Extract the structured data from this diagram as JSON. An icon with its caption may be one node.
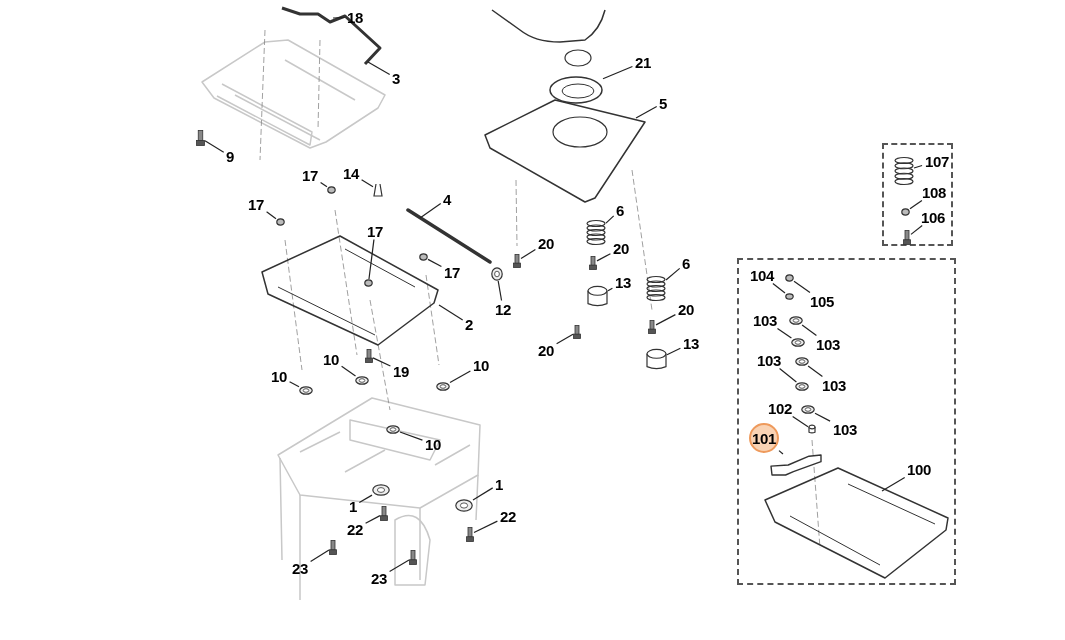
{
  "diagram": {
    "nodes": [
      {
        "text": [
          "18"
        ]
      },
      {
        "text": [
          "3"
        ]
      },
      {
        "text": [
          "21"
        ]
      },
      {
        "text": [
          "5"
        ]
      },
      {
        "text": [
          "9"
        ]
      },
      {
        "text": [
          "17"
        ]
      },
      {
        "text": [
          "14"
        ]
      },
      {
        "text": [
          "17"
        ]
      },
      {
        "text": [
          "4"
        ]
      },
      {
        "text": [
          "17"
        ]
      },
      {
        "text": [
          "17"
        ]
      },
      {
        "text": [
          "6"
        ]
      },
      {
        "text": [
          "20"
        ]
      },
      {
        "text": [
          "20"
        ]
      },
      {
        "text": [
          "12"
        ]
      },
      {
        "text": [
          "13"
        ]
      },
      {
        "text": [
          "6"
        ]
      },
      {
        "text": [
          "2"
        ]
      },
      {
        "text": [
          "20"
        ]
      },
      {
        "text": [
          "20"
        ]
      },
      {
        "text": [
          "13"
        ]
      },
      {
        "text": [
          "10"
        ]
      },
      {
        "text": [
          "10"
        ]
      },
      {
        "text": [
          "19"
        ]
      },
      {
        "text": [
          "10"
        ]
      },
      {
        "text": [
          "10"
        ]
      },
      {
        "text": [
          "1"
        ]
      },
      {
        "text": [
          "1"
        ]
      },
      {
        "text": [
          "22"
        ]
      },
      {
        "text": [
          "22"
        ]
      },
      {
        "text": [
          "23"
        ]
      },
      {
        "text": [
          "23"
        ]
      },
      {
        "text": [],
        "shape": "box"
      },
      {
        "text": [
          "107"
        ],
        "in": 32
      },
      {
        "text": [
          "108"
        ],
        "in": 32
      },
      {
        "text": [
          "106"
        ],
        "in": 32
      },
      {
        "text": [],
        "shape": "box"
      },
      {
        "text": [
          "104"
        ],
        "in": 36
      },
      {
        "text": [
          "105"
        ],
        "in": 36
      },
      {
        "text": [
          "103"
        ],
        "in": 36
      },
      {
        "text": [
          "103"
        ],
        "in": 36
      },
      {
        "text": [
          "103"
        ],
        "in": 36
      },
      {
        "text": [
          "103"
        ],
        "in": 36
      },
      {
        "text": [
          "102"
        ],
        "in": 36
      },
      {
        "text": [
          "103"
        ],
        "in": 36
      },
      {
        "text": [
          "101"
        ],
        "in": 36
      },
      {
        "text": [
          "100"
        ],
        "in": 36
      },
      {
        "text": [],
        "shape": "cup"
      },
      {
        "text": [],
        "shape": "bolt"
      },
      {
        "text": [],
        "shape": "nut"
      },
      {
        "text": [],
        "shape": "clip"
      },
      {
        "text": [],
        "shape": "nut"
      },
      {
        "text": [],
        "shape": "nut"
      },
      {
        "text": [],
        "shape": "nut"
      },
      {
        "text": [],
        "shape": "spring"
      },
      {
        "text": [],
        "shape": "bolt"
      },
      {
        "text": [],
        "shape": "bolt"
      },
      {
        "text": [],
        "shape": "washer"
      },
      {
        "text": [],
        "shape": "cap"
      },
      {
        "text": [],
        "shape": "spring"
      },
      {
        "text": [],
        "shape": "bolt"
      },
      {
        "text": [],
        "shape": "bolt"
      },
      {
        "text": [],
        "shape": "cap"
      },
      {
        "text": [],
        "shape": "washer"
      },
      {
        "text": [],
        "shape": "washer"
      },
      {
        "text": [],
        "shape": "bolt"
      },
      {
        "text": [],
        "shape": "washer"
      },
      {
        "text": [],
        "shape": "washer"
      },
      {
        "text": [],
        "shape": "washer"
      },
      {
        "text": [],
        "shape": "washer"
      },
      {
        "text": [],
        "shape": "bolt"
      },
      {
        "text": [],
        "shape": "bolt"
      },
      {
        "text": [],
        "shape": "bolt"
      },
      {
        "text": [],
        "shape": "bolt"
      },
      {
        "text": [],
        "shape": "spring",
        "in": 32
      },
      {
        "text": [],
        "shape": "nut",
        "in": 32
      },
      {
        "text": [],
        "shape": "bolt",
        "in": 32
      },
      {
        "text": [],
        "shape": "nut",
        "in": 36
      },
      {
        "text": [],
        "shape": "nut",
        "in": 36
      },
      {
        "text": [],
        "shape": "washer",
        "in": 36
      },
      {
        "text": [],
        "shape": "washer",
        "in": 36
      },
      {
        "text": [],
        "shape": "washer",
        "in": 36
      },
      {
        "text": [],
        "shape": "washer",
        "in": 36
      },
      {
        "text": [],
        "shape": "cap",
        "in": 36
      },
      {
        "text": [],
        "shape": "washer",
        "in": 36
      },
      {
        "text": [],
        "shape": "bracket",
        "in": 36
      }
    ],
    "edges": [
      {
        "from": 0,
        "to": null,
        "arrow": "none"
      },
      {
        "from": 1,
        "to": null,
        "arrow": "none"
      },
      {
        "from": 2,
        "to": 47,
        "arrow": "none"
      },
      {
        "from": 3,
        "to": null,
        "arrow": "none"
      },
      {
        "from": 4,
        "to": 48,
        "arrow": "none"
      },
      {
        "from": 5,
        "to": 49,
        "arrow": "none"
      },
      {
        "from": 6,
        "to": 50,
        "arrow": "none"
      },
      {
        "from": 7,
        "to": 51,
        "arrow": "none"
      },
      {
        "from": 8,
        "to": null,
        "arrow": "none"
      },
      {
        "from": 9,
        "to": 52,
        "arrow": "none"
      },
      {
        "from": 10,
        "to": 53,
        "arrow": "none"
      },
      {
        "from": 11,
        "to": 54,
        "arrow": "none"
      },
      {
        "from": 12,
        "to": 55,
        "arrow": "none"
      },
      {
        "from": 13,
        "to": 56,
        "arrow": "none"
      },
      {
        "from": 14,
        "to": 57,
        "arrow": "none"
      },
      {
        "from": 15,
        "to": 58,
        "arrow": "none"
      },
      {
        "from": 16,
        "to": 59,
        "arrow": "none"
      },
      {
        "from": 17,
        "to": null,
        "arrow": "none"
      },
      {
        "from": 18,
        "to": 60,
        "arrow": "none"
      },
      {
        "from": 19,
        "to": 61,
        "arrow": "none"
      },
      {
        "from": 20,
        "to": 62,
        "arrow": "none"
      },
      {
        "from": 21,
        "to": 63,
        "arrow": "none"
      },
      {
        "from": 22,
        "to": 64,
        "arrow": "none"
      },
      {
        "from": 23,
        "to": 65,
        "arrow": "none"
      },
      {
        "from": 24,
        "to": 66,
        "arrow": "none"
      },
      {
        "from": 25,
        "to": 67,
        "arrow": "none"
      },
      {
        "from": 26,
        "to": 68,
        "arrow": "none"
      },
      {
        "from": 27,
        "to": 69,
        "arrow": "none"
      },
      {
        "from": 28,
        "to": 70,
        "arrow": "none"
      },
      {
        "from": 29,
        "to": 71,
        "arrow": "none"
      },
      {
        "from": 30,
        "to": 72,
        "arrow": "none"
      },
      {
        "from": 31,
        "to": 73,
        "arrow": "none"
      },
      {
        "from": 33,
        "to": 74,
        "arrow": "none"
      },
      {
        "from": 34,
        "to": 75,
        "arrow": "none"
      },
      {
        "from": 35,
        "to": 76,
        "arrow": "none"
      },
      {
        "from": 37,
        "to": 78,
        "arrow": "none"
      },
      {
        "from": 38,
        "to": 77,
        "arrow": "none"
      },
      {
        "from": 39,
        "to": 79,
        "arrow": "none"
      },
      {
        "from": 40,
        "to": 80,
        "arrow": "none"
      },
      {
        "from": 41,
        "to": 81,
        "arrow": "none"
      },
      {
        "from": 42,
        "to": 82,
        "arrow": "none"
      },
      {
        "from": 43,
        "to": 83,
        "arrow": "none"
      },
      {
        "from": 44,
        "to": 84,
        "arrow": "none"
      },
      {
        "from": 45,
        "to": 85,
        "arrow": "none"
      },
      {
        "from": 46,
        "to": null,
        "arrow": "none"
      }
    ]
  }
}
